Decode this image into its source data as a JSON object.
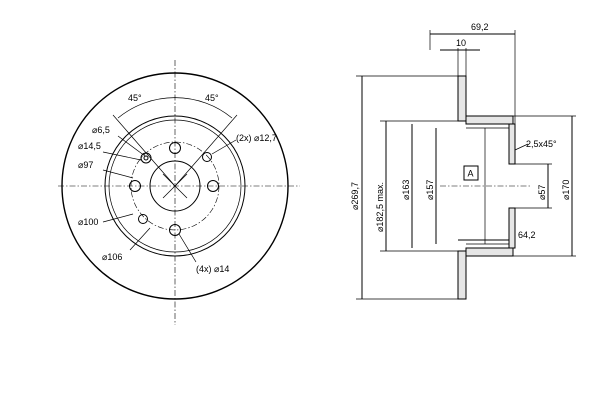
{
  "front_view": {
    "angles": {
      "left": "45°",
      "right": "45°"
    },
    "labels": {
      "d6_5": "6,5",
      "d14_5": "14,5",
      "d97": "97",
      "d100": "100",
      "d106": "106",
      "x2_12_7": "(2x) ",
      "d12_7": "12,7",
      "x4_14": "(4x) ",
      "d14": "14"
    }
  },
  "side_view": {
    "labels": {
      "width_69_2": "69,2",
      "thickness_10": "10",
      "d269_7": "269,7",
      "d182_5": "182,5 max.",
      "d163": "163",
      "d157": "157",
      "d57": "57",
      "d170": "170",
      "chamfer": "2,5x45°",
      "depth_64_2": "64,2",
      "datum_a": "A"
    }
  },
  "colors": {
    "line": "#000000",
    "section_fill": "#e6e6e6",
    "background": "#ffffff"
  }
}
